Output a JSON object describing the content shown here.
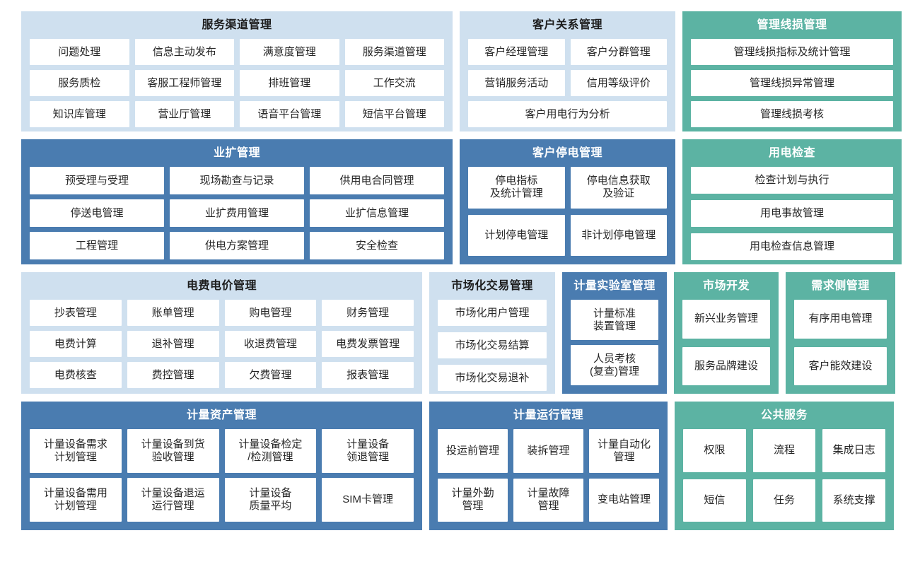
{
  "theme": {
    "light_blue": "#cfe0ef",
    "steel_blue": "#4a7cb0",
    "teal_green": "#5cb3a3",
    "tile_white": "#ffffff",
    "page_background": "#ffffff"
  },
  "rows": [
    {
      "panels": [
        {
          "title": "服务渠道管理",
          "style": "blue",
          "columns": 4,
          "tiles": [
            "问题处理",
            "信息主动发布",
            "满意度管理",
            "服务渠道管理",
            "服务质检",
            "客服工程师管理",
            "排班管理",
            "工作交流",
            "知识库管理",
            "营业厅管理",
            "语音平台管理",
            "短信平台管理"
          ]
        },
        {
          "title": "客户关系管理",
          "style": "blue",
          "columns": 2,
          "tiles": [
            "客户经理管理",
            "客户分群管理",
            "营销服务活动",
            "信用等级评价",
            "客户用电行为分析"
          ],
          "spans": {
            "4": 2
          }
        },
        {
          "title": "管理线损管理",
          "style": "green",
          "columns": 1,
          "tiles": [
            "管理线损指标及统计管理",
            "管理线损异常管理",
            "管理线损考核"
          ]
        }
      ]
    },
    {
      "panels": [
        {
          "title": "业扩管理",
          "style": "steel",
          "columns": 3,
          "tiles": [
            "预受理与受理",
            "现场勘查与记录",
            "供用电合同管理",
            "停送电管理",
            "业扩费用管理",
            "业扩信息管理",
            "工程管理",
            "供电方案管理",
            "安全检查"
          ]
        },
        {
          "title": "客户停电管理",
          "style": "steel",
          "columns": 2,
          "tiles": [
            "停电指标\n及统计管理",
            "停电信息获取\n及验证",
            "计划停电管理",
            "非计划停电管理"
          ]
        },
        {
          "title": "用电检查",
          "style": "green",
          "columns": 1,
          "tiles": [
            "检查计划与执行",
            "用电事故管理",
            "用电检查信息管理"
          ]
        }
      ]
    },
    {
      "panels": [
        {
          "title": "电费电价管理",
          "style": "blue",
          "columns": 4,
          "tiles": [
            "抄表管理",
            "账单管理",
            "购电管理",
            "财务管理",
            "电费计算",
            "退补管理",
            "收退费管理",
            "电费发票管理",
            "电费核查",
            "费控管理",
            "欠费管理",
            "报表管理"
          ]
        },
        {
          "title": "市场化交易管理",
          "style": "blue",
          "columns": 1,
          "tiles": [
            "市场化用户管理",
            "市场化交易结算",
            "市场化交易退补"
          ]
        },
        {
          "title": "计量实验室管理",
          "style": "steel",
          "columns": 1,
          "tiles": [
            "计量标准\n装置管理",
            "人员考核\n(复查)管理"
          ]
        },
        {
          "title": "市场开发",
          "style": "green",
          "columns": 1,
          "tiles": [
            "新兴业务管理",
            "服务品牌建设"
          ]
        },
        {
          "title": "需求侧管理",
          "style": "green",
          "columns": 1,
          "tiles": [
            "有序用电管理",
            "客户能效建设"
          ]
        }
      ]
    },
    {
      "panels": [
        {
          "title": "计量资产管理",
          "style": "steel",
          "columns": 4,
          "tiles": [
            "计量设备需求\n计划管理",
            "计量设备到货\n验收管理",
            "计量设备检定\n/检测管理",
            "计量设备\n领退管理",
            "计量设备需用\n计划管理",
            "计量设备退运\n运行管理",
            "计量设备\n质量平均",
            "SIM卡管理"
          ]
        },
        {
          "title": "计量运行管理",
          "style": "steel",
          "columns": 3,
          "tiles": [
            "投运前管理",
            "装拆管理",
            "计量自动化\n管理",
            "计量外勤\n管理",
            "计量故障\n管理",
            "变电站管理"
          ]
        },
        {
          "title": "公共服务",
          "style": "green",
          "columns": 3,
          "tiles": [
            "权限",
            "流程",
            "集成日志",
            "短信",
            "任务",
            "系统支撑"
          ]
        }
      ]
    }
  ]
}
